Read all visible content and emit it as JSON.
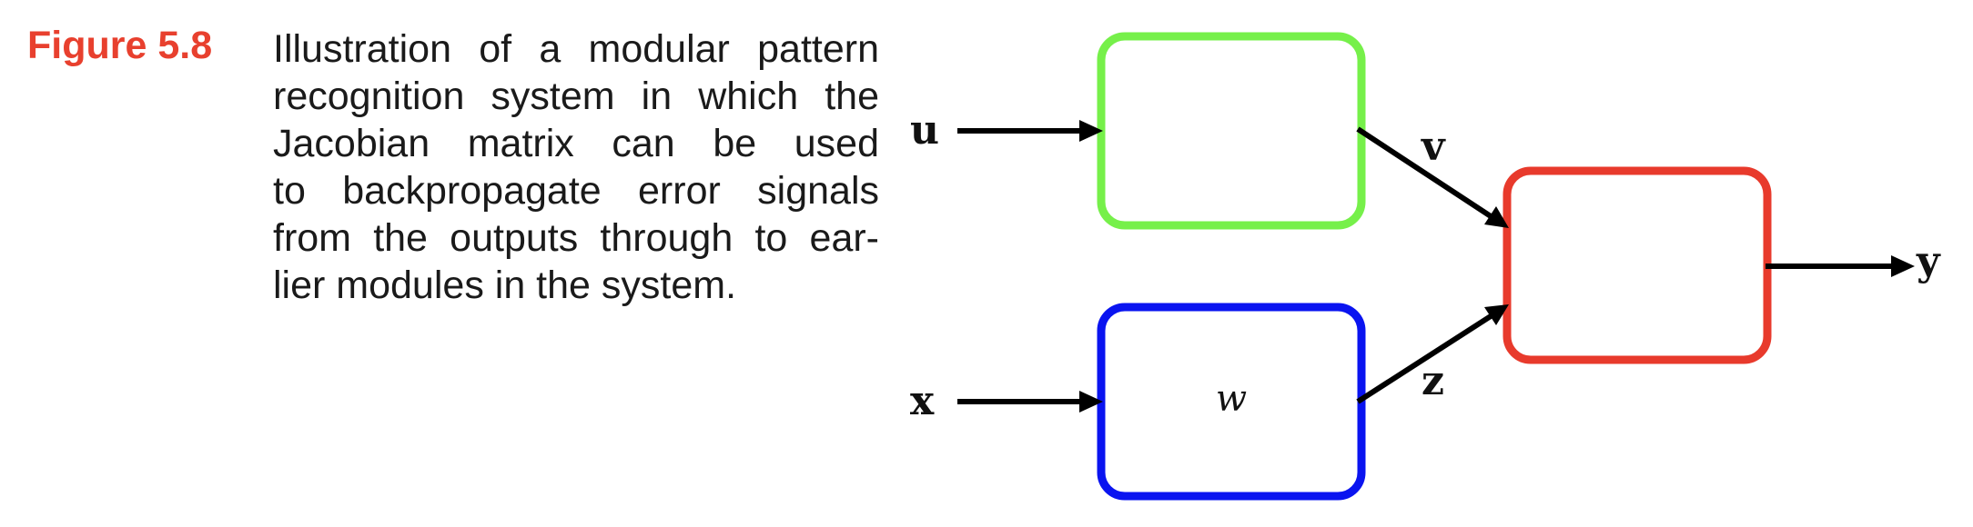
{
  "caption": {
    "label": "Figure 5.8",
    "lines": [
      "Illustration of a modular pattern",
      "recognition system in which the",
      "Jacobian matrix can be used",
      "to backpropagate error signals",
      "from the outputs through to ear-",
      "lier modules in the system."
    ]
  },
  "diagram": {
    "colors": {
      "top_module": "#76f04a",
      "bottom_module": "#0a14f0",
      "output_module": "#e83a2c",
      "arrow": "#000000"
    },
    "labels": {
      "input_u": "u",
      "input_x": "x",
      "signal_v": "v",
      "signal_z": "z",
      "output_y": "y",
      "parameter_w": "w"
    }
  }
}
